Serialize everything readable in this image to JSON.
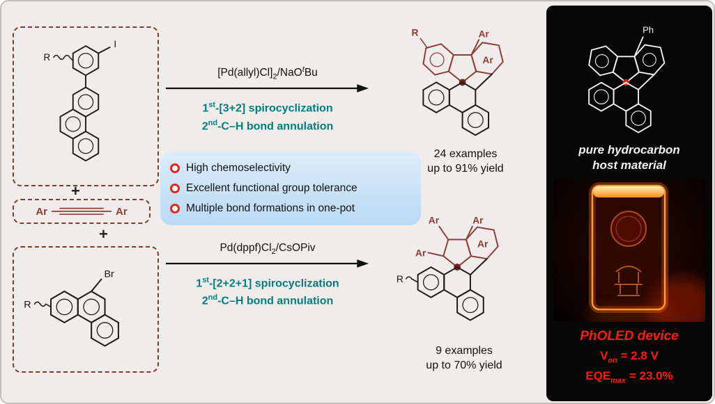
{
  "labels": {
    "r": "R",
    "i": "I",
    "br": "Br",
    "ar": "Ar",
    "ph": "Ph",
    "plus": "+"
  },
  "reaction1": {
    "cond_a": "[Pd(allyl)Cl]",
    "cond_sub": "2",
    "cond_b": "/NaO",
    "cond_sup": "t",
    "cond_c": "Bu",
    "step1_a": "1",
    "step1_sup": "st",
    "step1_b": "-[3+2] spirocyclization",
    "step2_a": "2",
    "step2_sup": "nd",
    "step2_b": "-C–H bond annulation",
    "examples": "24 examples",
    "yield": "up to 91% yield"
  },
  "reaction2": {
    "cond_a": "Pd(dppf)Cl",
    "cond_sub": "2",
    "cond_b": "/CsOPiv",
    "step1_a": "1",
    "step1_sup": "st",
    "step1_b": "-[2+2+1] spirocyclization",
    "step2_a": "2",
    "step2_sup": "nd",
    "step2_b": "-C–H bond annulation",
    "examples": "9 examples",
    "yield": "up to 70% yield"
  },
  "highlights": {
    "items": [
      "High chemoselectivity",
      "Excellent functional group tolerance",
      "Multiple bond formations in one-pot"
    ]
  },
  "panel": {
    "host1": "pure hydrocarbon",
    "host2": "host material",
    "device": "PhOLED device",
    "v_a": "V",
    "v_sub": "on",
    "v_b": " = 2.8 V",
    "eqe_a": "EQE",
    "eqe_sub": "max",
    "eqe_b": " = 23.0%"
  },
  "colors": {
    "teal": "#067d7d",
    "maroon": "#8e3d36",
    "bullet_red": "#e8241d",
    "panel_red": "#ff1a10",
    "blue_box": "#badaf4",
    "dashed_border": "#7e3a2b"
  }
}
